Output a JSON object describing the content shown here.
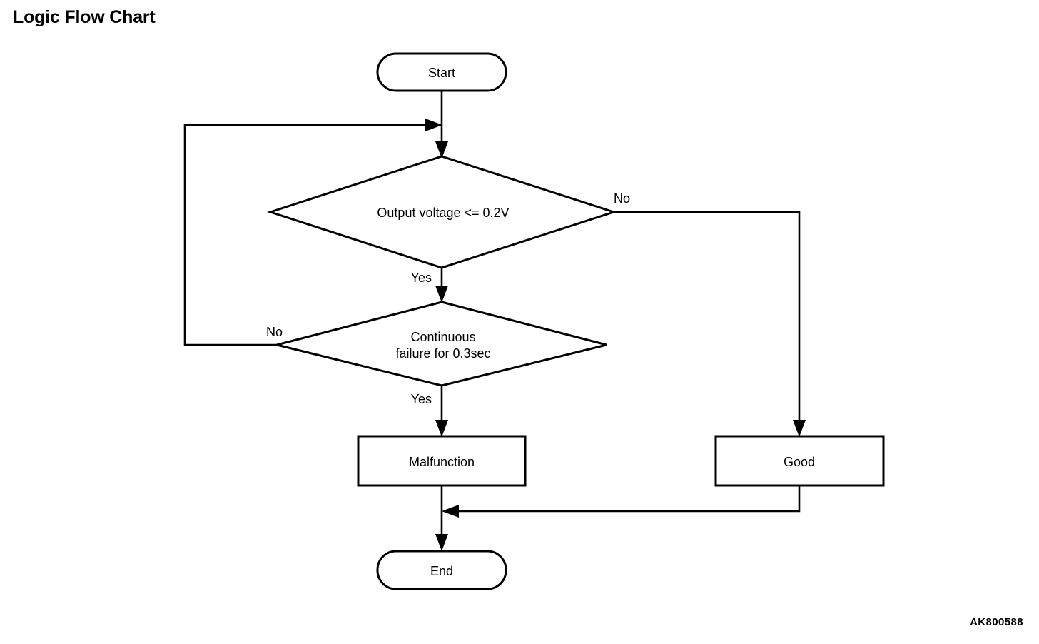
{
  "page": {
    "title": "Logic Flow Chart",
    "figure_code": "AK800588",
    "background_color": "#ffffff",
    "line_color": "#000000",
    "text_color": "#000000"
  },
  "chart_data": {
    "type": "diagram",
    "diagram_type": "flowchart",
    "title": "Logic Flow Chart",
    "orientation": "top-to-bottom",
    "nodes": [
      {
        "id": "start",
        "shape": "stadium",
        "label": "Start"
      },
      {
        "id": "decision1",
        "shape": "diamond",
        "label": "Output voltage <= 0.2V"
      },
      {
        "id": "decision2",
        "shape": "diamond",
        "label_line1": "Continuous",
        "label_line2": "failure for 0.3sec"
      },
      {
        "id": "malfunction",
        "shape": "rectangle",
        "label": "Malfunction"
      },
      {
        "id": "good",
        "shape": "rectangle",
        "label": "Good"
      },
      {
        "id": "end",
        "shape": "stadium",
        "label": "End"
      }
    ],
    "edges": [
      {
        "from": "start",
        "to": "decision1",
        "label": ""
      },
      {
        "from": "decision1",
        "to": "decision2",
        "label": "Yes"
      },
      {
        "from": "decision1",
        "to": "good",
        "label": "No"
      },
      {
        "from": "decision2",
        "to": "malfunction",
        "label": "Yes"
      },
      {
        "from": "decision2",
        "to": "decision1",
        "label": "No"
      },
      {
        "from": "malfunction",
        "to": "end",
        "label": ""
      },
      {
        "from": "good",
        "to": "end",
        "label": ""
      }
    ]
  },
  "nodes": {
    "start": {
      "label": "Start"
    },
    "decision1": {
      "label": "Output voltage <= 0.2V"
    },
    "decision2": {
      "label_line1": "Continuous",
      "label_line2": "failure for 0.3sec"
    },
    "malfunction": {
      "label": "Malfunction"
    },
    "good": {
      "label": "Good"
    },
    "end": {
      "label": "End"
    }
  },
  "edge_labels": {
    "decision1_no": "No",
    "decision1_yes": "Yes",
    "decision2_no": "No",
    "decision2_yes": "Yes"
  }
}
